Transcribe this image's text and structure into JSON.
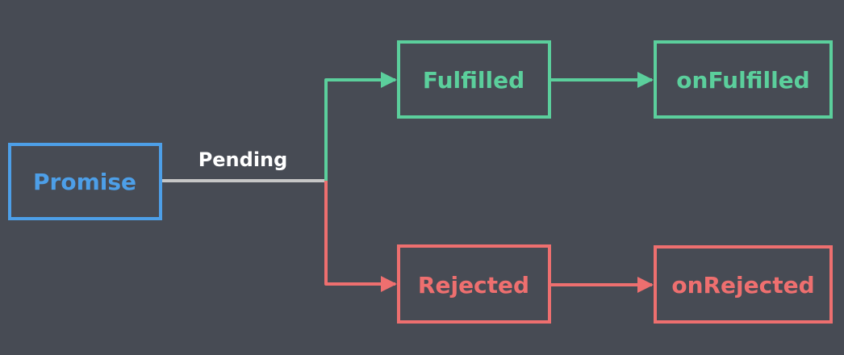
{
  "diagram": {
    "background": "#474b54",
    "colors": {
      "promise": "#4d9fe8",
      "pending": "#c6c6c6",
      "fulfilled": "#5bcf9c",
      "rejected": "#ee6f6f",
      "label": "#ffffff"
    },
    "nodes": {
      "promise": {
        "label": "Promise"
      },
      "fulfilled": {
        "label": "Fulfilled"
      },
      "on_fulfilled": {
        "label": "onFulfilled"
      },
      "rejected": {
        "label": "Rejected"
      },
      "on_rejected": {
        "label": "onRejected"
      }
    },
    "edges": {
      "pending": {
        "label": "Pending"
      }
    }
  }
}
